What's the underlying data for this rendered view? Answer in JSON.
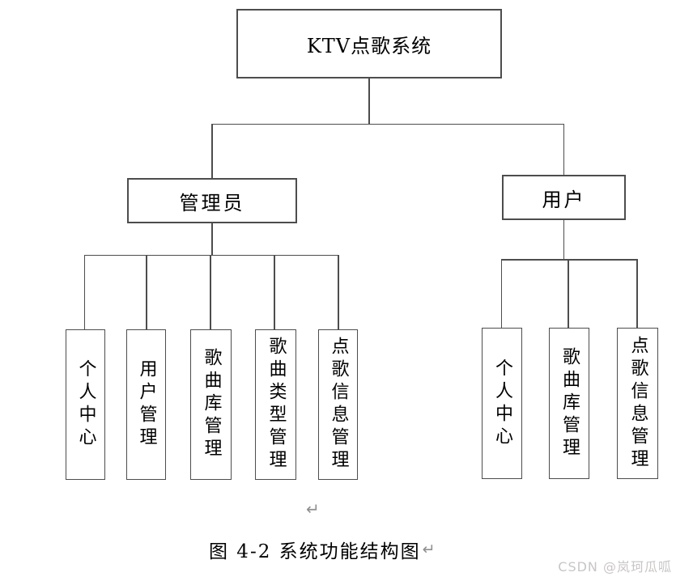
{
  "colors": {
    "background": "#ffffff",
    "line": "#4d4d4d",
    "box_border": "#4d4d4d",
    "text": "#000000",
    "paragraph_mark": "#8f8f8f",
    "watermark": "#c9c5c5"
  },
  "tree": {
    "root_label": "KTV点歌系统",
    "branches": [
      {
        "label": "管理员",
        "children": [
          "个人中心",
          "用户管理",
          "歌曲库管理",
          "歌曲类型管理",
          "点歌信息管理"
        ]
      },
      {
        "label": "用户",
        "children": [
          "个人中心",
          "歌曲库管理",
          "点歌信息管理"
        ]
      }
    ]
  },
  "floating_paragraph_mark": "↵",
  "caption": {
    "text": "图 4-2 系统功能结构图",
    "paragraph_mark": "↵"
  },
  "watermark": "CSDN @岚珂瓜呱"
}
